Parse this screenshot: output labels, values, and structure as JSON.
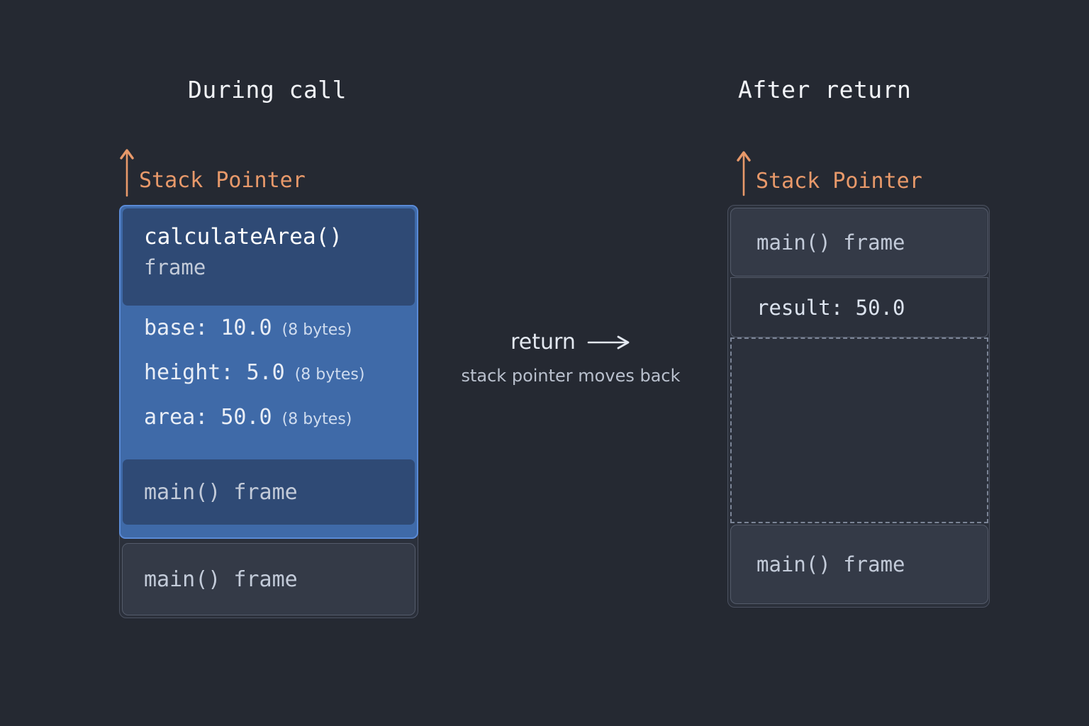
{
  "left_panel": {
    "title": "During call",
    "stack_pointer": {
      "label": "Stack Pointer",
      "icon": "arrow-up-icon",
      "color": "#e8996a"
    },
    "active_frame": {
      "function_name": "calculateArea()",
      "sub_label": "frame",
      "accent_color": "#5a8ad6",
      "background_color": "#3f6aa8",
      "variables": [
        {
          "text": "base: 10.0",
          "size": "(8 bytes)"
        },
        {
          "text": "height: 5.0",
          "size": "(8 bytes)"
        },
        {
          "text": "area: 50.0",
          "size": "(8 bytes)"
        }
      ],
      "caller_frame": "main() frame"
    },
    "bottom_frame": "main() frame"
  },
  "transition": {
    "label": "return",
    "arrow": "→",
    "caption": "stack pointer moves back"
  },
  "right_panel": {
    "title": "After return",
    "stack_pointer": {
      "label": "Stack Pointer",
      "icon": "arrow-up-icon",
      "color": "#e8996a"
    },
    "top_frame": "main() frame",
    "result_row": "result: 50.0",
    "freed_region": "",
    "bottom_frame": "main() frame"
  },
  "colors": {
    "background": "#252932",
    "panel_background": "#2b303b",
    "cell_background": "#343a47",
    "border": "#4b5160",
    "accent_orange": "#e8996a",
    "accent_blue": "#5a8ad6",
    "frame_blue": "#3f6aa8",
    "frame_blue_dark": "#2f4a75",
    "text_primary": "#f2f4f8",
    "text_secondary": "#c3cbd9"
  }
}
